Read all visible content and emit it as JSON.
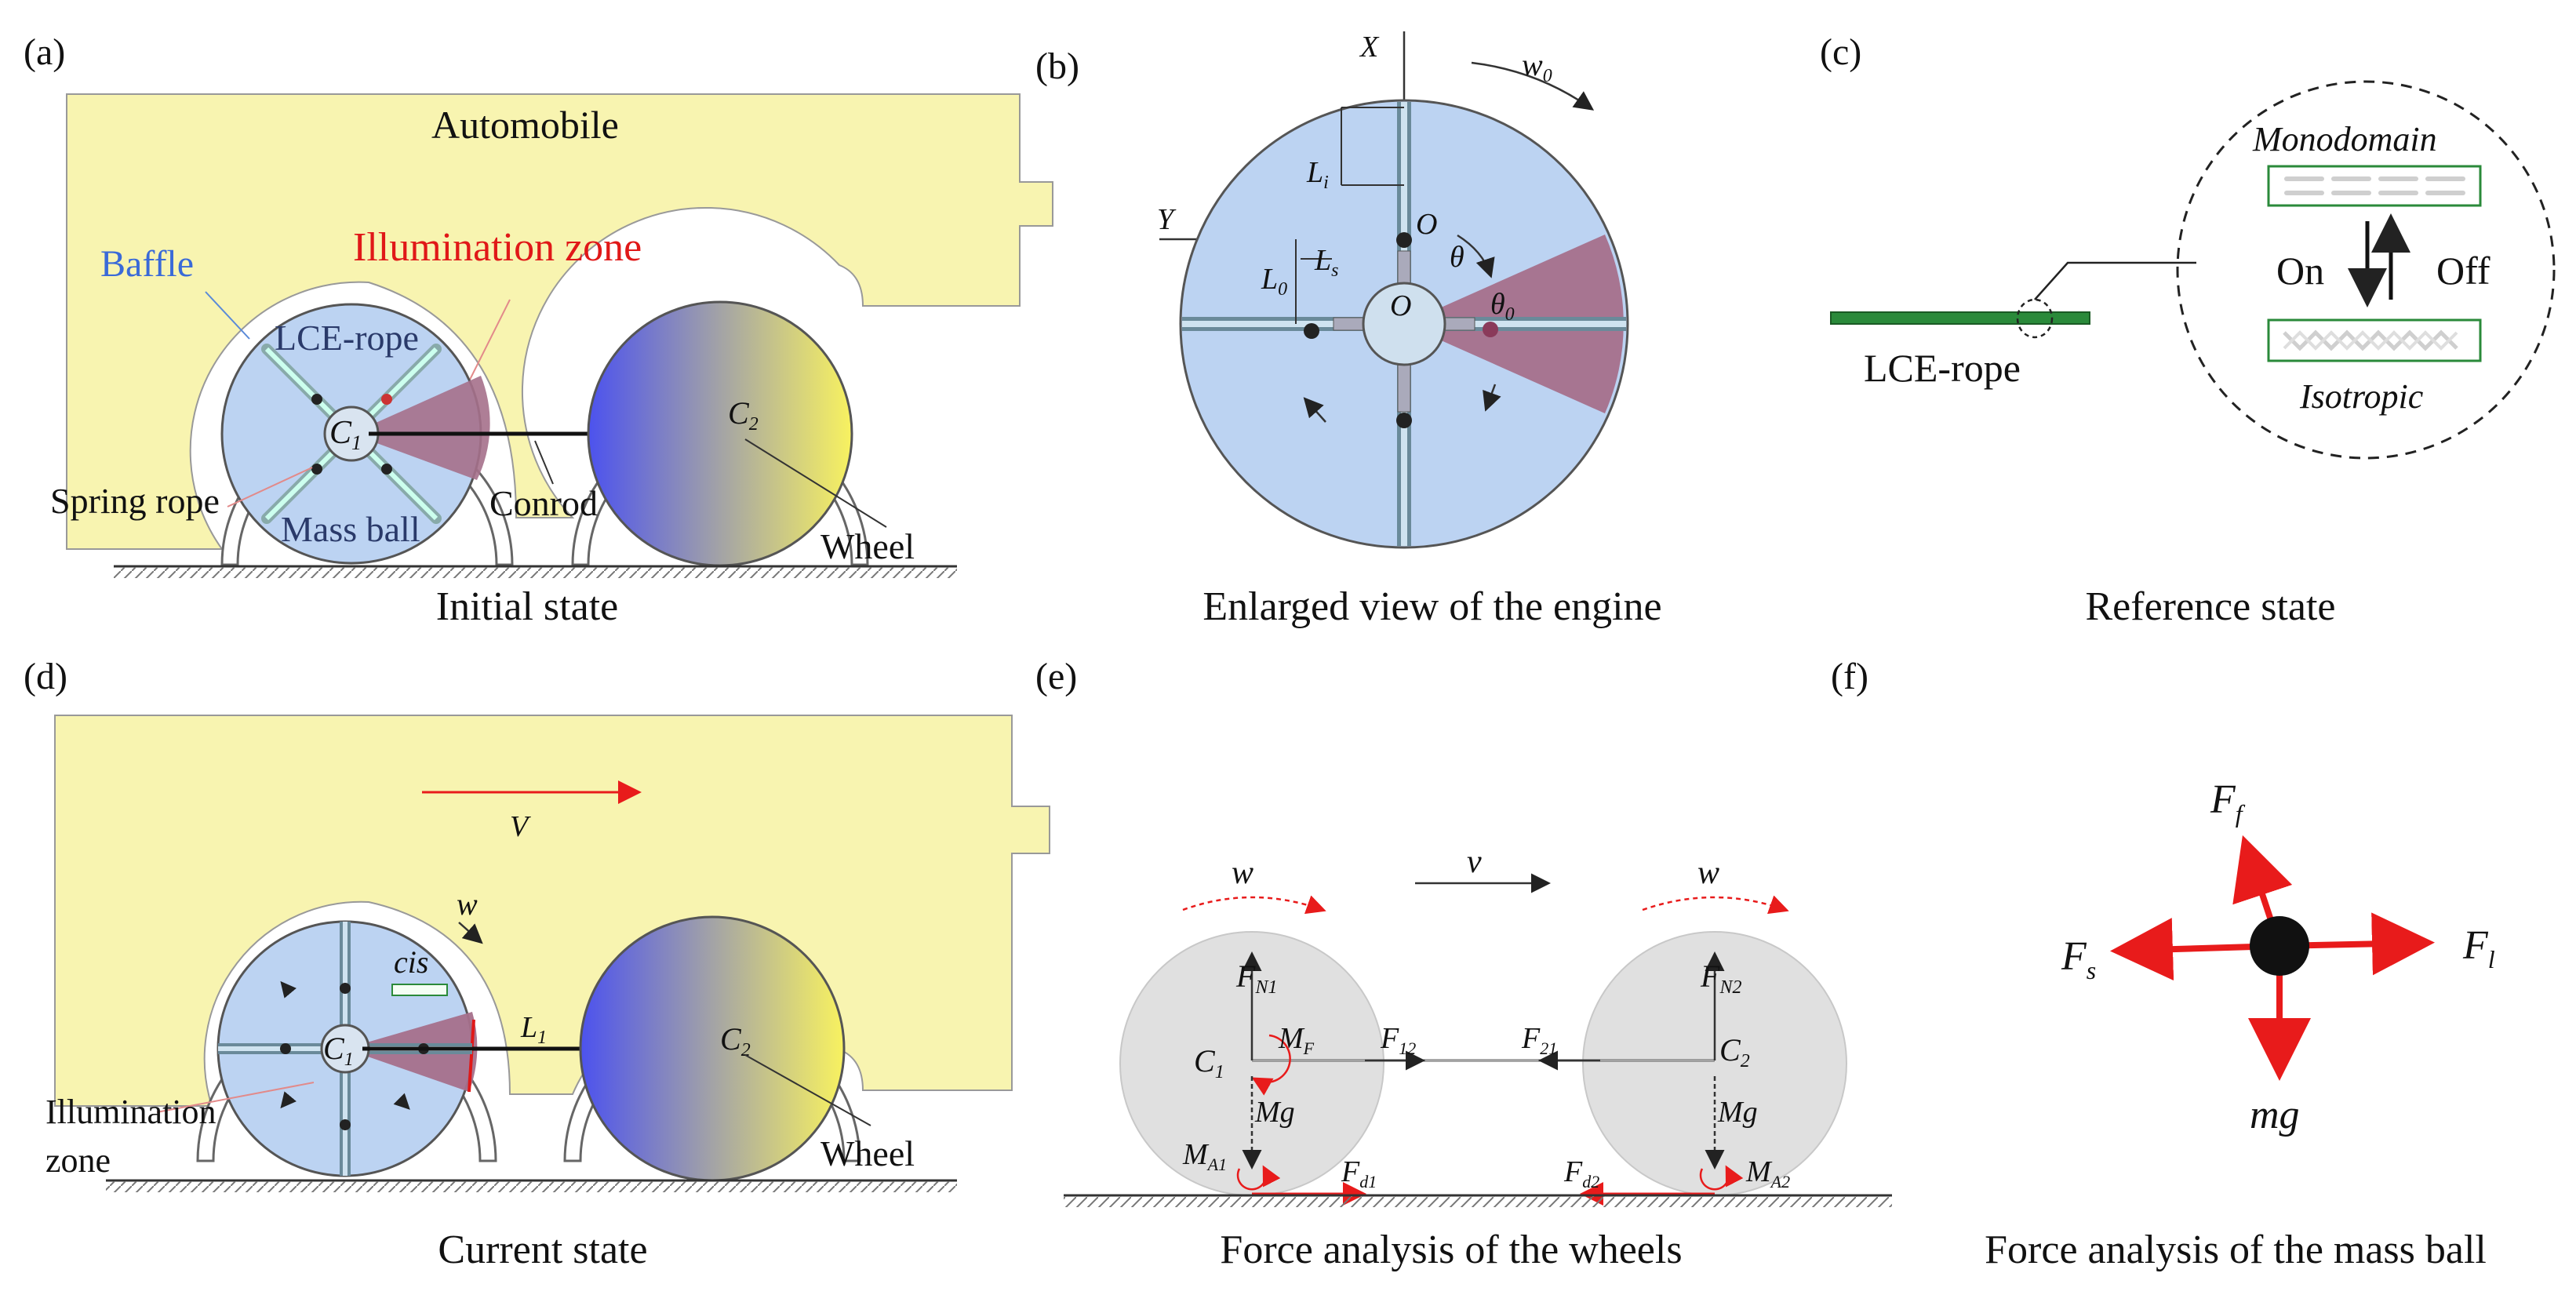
{
  "panels": {
    "a": {
      "letter": "(a)",
      "caption": "Initial state",
      "automobile": "Automobile",
      "baffle": "Baffle",
      "illumination_zone": "Illumination zone",
      "lce_rope": "LCE-rope",
      "c1": "C",
      "c1_sub": "1",
      "c2": "C",
      "c2_sub": "2",
      "spring_rope": "Spring rope",
      "mass_ball": "Mass ball",
      "conrod": "Conrod",
      "wheel": "Wheel"
    },
    "b": {
      "letter": "(b)",
      "caption": "Enlarged view of the engine",
      "x_axis": "X",
      "y_axis": "Y",
      "w0": "w",
      "w0_sub": "0",
      "li": "L",
      "li_sub": "i",
      "ls": "L",
      "ls_sub": "s",
      "l0": "L",
      "l0_sub": "0",
      "o_top": "O",
      "o_center": "O",
      "theta": "θ",
      "theta0": "θ",
      "theta0_sub": "0"
    },
    "c": {
      "letter": "(c)",
      "caption": "Reference state",
      "lce_rope": "LCE-rope",
      "monodomain": "Monodomain",
      "isotropic": "Isotropic",
      "on": "On",
      "off": "Off"
    },
    "d": {
      "letter": "(d)",
      "caption": "Current state",
      "v": "V",
      "w": "w",
      "cis": "cis",
      "l1": "L",
      "l1_sub": "1",
      "c1": "C",
      "c1_sub": "1",
      "c2": "C",
      "c2_sub": "2",
      "illumination_line1": "Illumination",
      "illumination_line2": "zone",
      "wheel": "Wheel"
    },
    "e": {
      "letter": "(e)",
      "caption": "Force analysis of the wheels",
      "w_left": "w",
      "w_right": "w",
      "v": "v",
      "fn1": "F",
      "fn1_sub": "N1",
      "fn2": "F",
      "fn2_sub": "N2",
      "c1": "C",
      "c1_sub": "1",
      "c2": "C",
      "c2_sub": "2",
      "mf": "M",
      "mf_sub": "F",
      "f12": "F",
      "f12_sub": "12",
      "f21": "F",
      "f21_sub": "21",
      "mg_left": "Mg",
      "mg_right": "Mg",
      "ma1": "M",
      "ma1_sub": "A1",
      "ma2": "M",
      "ma2_sub": "A2",
      "fd1": "F",
      "fd1_sub": "d1",
      "fd2": "F",
      "fd2_sub": "d2"
    },
    "f": {
      "letter": "(f)",
      "caption": "Force analysis of the mass ball",
      "ff": "F",
      "ff_sub": "f",
      "fs": "F",
      "fs_sub": "s",
      "fl": "F",
      "fl_sub": "l",
      "mg": "mg"
    }
  },
  "colors": {
    "car_body": "#f8f4b0",
    "engine_fill": "#bcd3f2",
    "illumination": "#a5708b",
    "arrow_red": "#e81b1b",
    "wheel_blue": "#5157ee",
    "wheel_yellow": "#f7f162",
    "gray_wheel": "#e0e0e0",
    "lce_green": "#2a8a3a",
    "baffle_blue": "#3a6ad8",
    "zone_red": "#e01818"
  }
}
